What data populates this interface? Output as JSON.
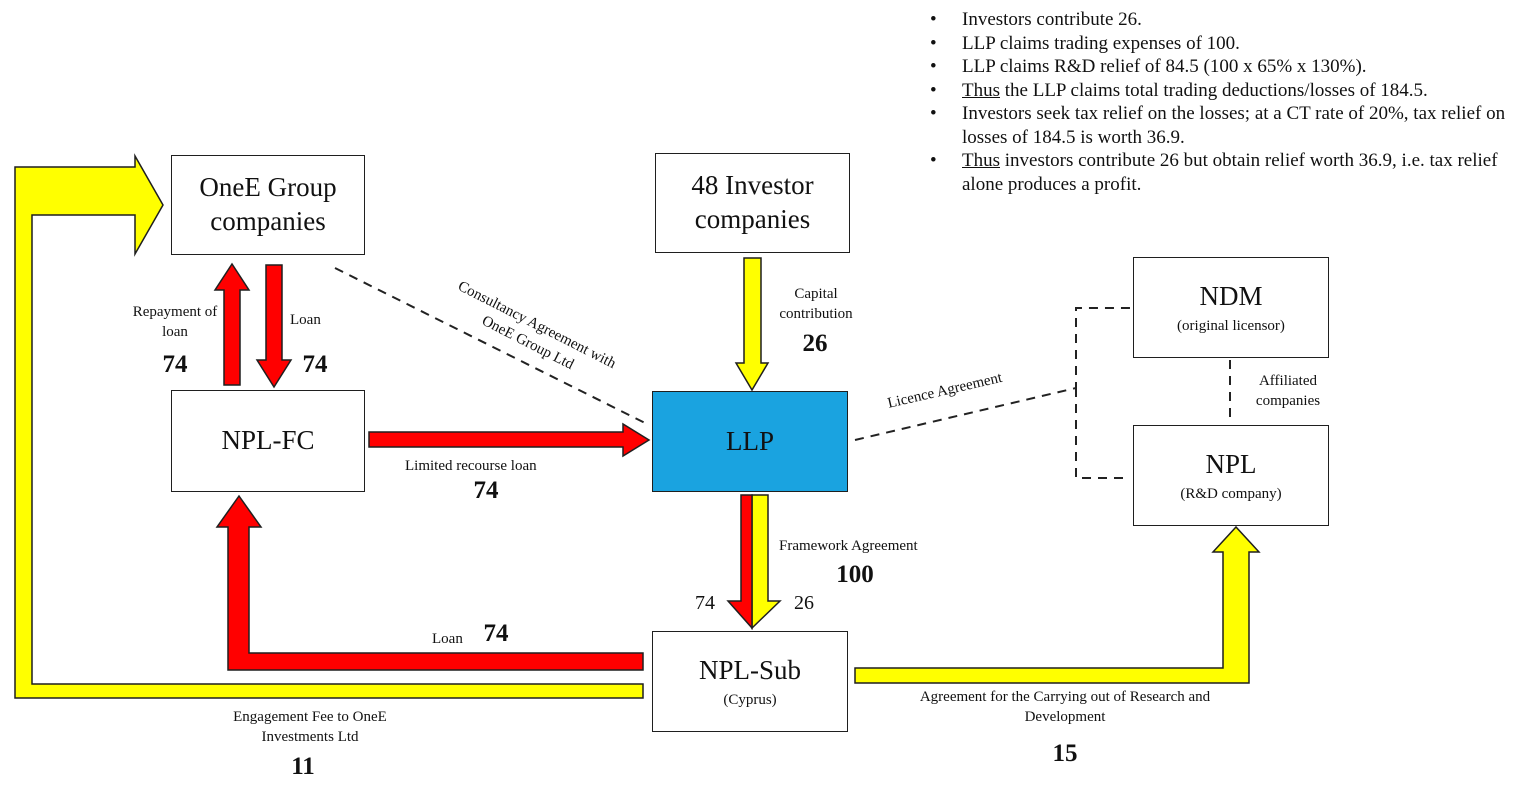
{
  "bullets": [
    {
      "lead": "",
      "text": "Investors contribute 26."
    },
    {
      "lead": "",
      "text": "LLP claims trading expenses of 100."
    },
    {
      "lead": "",
      "text": "LLP claims R&D relief of 84.5 (100 x 65% x 130%)."
    },
    {
      "lead": "Thus",
      "text": " the LLP claims total trading deductions/losses of 184.5."
    },
    {
      "lead": "",
      "text": "Investors seek tax relief on the losses; at a CT rate of 20%, tax relief on losses of 184.5 is worth 36.9."
    },
    {
      "lead": "Thus",
      "text": " investors contribute 26 but obtain relief worth 36.9, i.e. tax relief alone produces a profit."
    }
  ],
  "boxes": {
    "onee": {
      "title": "OneE Group companies"
    },
    "investors": {
      "title": "48 Investor companies"
    },
    "ndm": {
      "title": "NDM",
      "subtitle": "(original licensor)"
    },
    "nplfc": {
      "title": "NPL-FC"
    },
    "llp": {
      "title": "LLP"
    },
    "npl": {
      "title": "NPL",
      "subtitle": "(R&D company)"
    },
    "nplsub": {
      "title": "NPL-Sub",
      "subtitle": "(Cyprus)"
    }
  },
  "flows": {
    "repayment": {
      "label": "Repayment of loan",
      "amount": "74"
    },
    "loan_down": {
      "label": "Loan",
      "amount": "74"
    },
    "capital": {
      "label": "Capital contribution",
      "amount": "26"
    },
    "limited_loan": {
      "label": "Limited recourse loan",
      "amount": "74"
    },
    "framework": {
      "label": "Framework Agreement",
      "amount": "100",
      "left": "74",
      "right": "26"
    },
    "loan_back": {
      "label": "Loan",
      "amount": "74"
    },
    "engagement": {
      "label": "Engagement Fee to OneE Investments Ltd",
      "amount": "11"
    },
    "research": {
      "label": "Agreement for the Carrying out of Research and Development",
      "amount": "15"
    }
  },
  "dashed": {
    "consultancy": "Consultancy Agreement with OneE Group Ltd",
    "licence": "Licence Agreement",
    "affiliated": "Affiliated companies"
  },
  "colors": {
    "red": "#ff0000",
    "yellow": "#ffff00",
    "llp_fill": "#1aa3e0",
    "outline": "#222222"
  }
}
